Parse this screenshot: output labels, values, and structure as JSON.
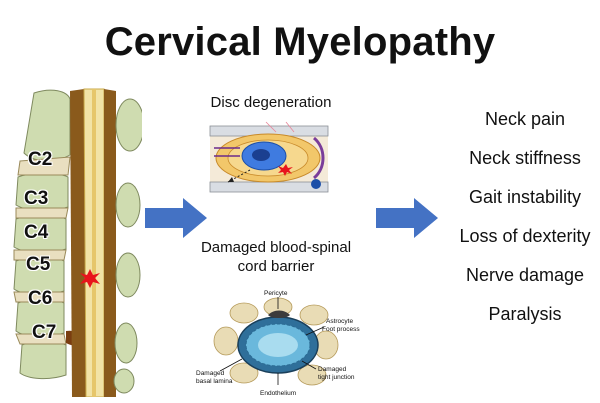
{
  "title": "Cervical Myelopathy",
  "vertebrae": [
    "C2",
    "C3",
    "C4",
    "C5",
    "C6",
    "C7"
  ],
  "middle": {
    "disc_label": "Disc degeneration",
    "bbb_label_line1": "Damaged blood-spinal",
    "bbb_label_line2": "cord barrier",
    "bbb_parts": {
      "pericyte": "Pericyte",
      "astrocyte_line1": "Astrocyte",
      "astrocyte_line2": "Foot process",
      "basal_line1": "Damaged",
      "basal_line2": "basal lamina",
      "tight_line1": "Damaged",
      "tight_line2": "tight junction",
      "endothelium": "Endothelium"
    }
  },
  "symptoms": [
    "Neck pain",
    "Neck stiffness",
    "Gait instability",
    "Loss of dexterity",
    "Nerve damage",
    "Paralysis"
  ],
  "colors": {
    "arrow": "#4472c4",
    "bone": "#cfdcb0",
    "canal": "#f2e3a6",
    "lesion": "#e8141c"
  }
}
